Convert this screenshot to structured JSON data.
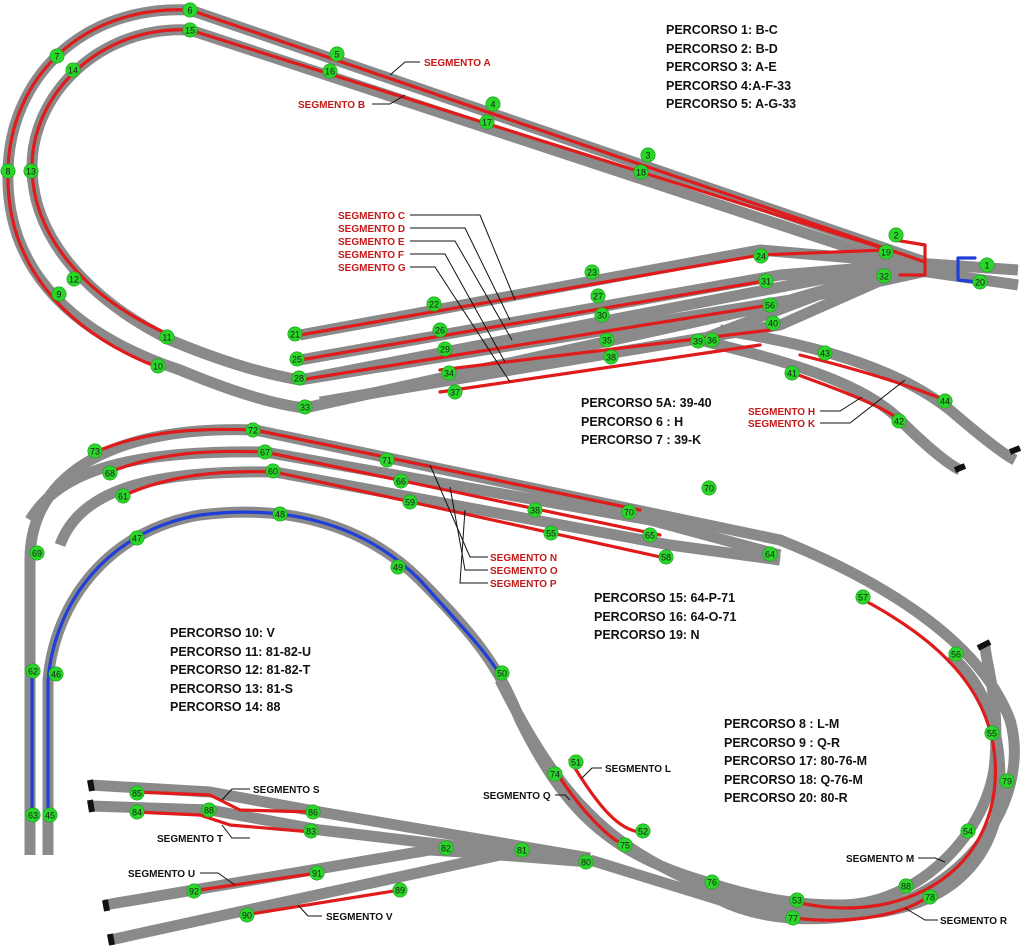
{
  "routes": {
    "block_1": [
      "PERCORSO 1: B-C",
      "PERCORSO 2: B-D",
      "PERCORSO 3: A-E",
      "PERCORSO 4:A-F-33",
      "PERCORSO 5: A-G-33"
    ],
    "block_2": [
      "PERCORSO 5A: 39-40",
      "PERCORSO 6  : H",
      "PERCORSO 7  : 39-K"
    ],
    "block_3": [
      "PERCORSO 15: 64-P-71",
      "PERCORSO 16: 64-O-71",
      "PERCORSO 19: N"
    ],
    "block_4": [
      "PERCORSO 10: V",
      "PERCORSO 11: 81-82-U",
      "PERCORSO 12: 81-82-T",
      "PERCORSO 13: 81-S",
      "PERCORSO 14: 88"
    ],
    "block_5": [
      "PERCORSO  8 : L-M",
      "PERCORSO  9 : Q-R",
      "PERCORSO 17: 80-76-M",
      "PERCORSO 18: Q-76-M",
      "PERCORSO 20: 80-R"
    ]
  },
  "segment_labels": {
    "A": "SEGMENTO A",
    "B": "SEGMENTO B",
    "C": "SEGMENTO C",
    "D": "SEGMENTO D",
    "E": "SEGMENTO E",
    "F": "SEGMENTO F",
    "G": "SEGMENTO G",
    "H": "SEGMENTO H",
    "K": "SEGMENTO K",
    "N": "SEGMENTO N",
    "O": "SEGMENTO O",
    "P": "SEGMENTO P",
    "L": "SEGMENTO L",
    "Q": "SEGMENTO Q",
    "M": "SEGMENTO M",
    "R": "SEGMENTO R",
    "S": "SEGMENTO S",
    "T": "SEGMENTO T",
    "U": "SEGMENTO U",
    "V": "SEGMENTO V"
  },
  "nodes": {
    "n1": "1",
    "n2": "2",
    "n3": "3",
    "n4": "4",
    "n5": "5",
    "n6": "6",
    "n7": "7",
    "n8": "8",
    "n9": "9",
    "n10": "10",
    "n11": "11",
    "n12": "12",
    "n13": "13",
    "n14": "14",
    "n15": "15",
    "n16": "16",
    "n17": "17",
    "n18": "18",
    "n18a": "18",
    "n19": "19",
    "n20": "20",
    "n21": "21",
    "n22": "22",
    "n23": "23",
    "n24": "24",
    "n25": "25",
    "n26": "26",
    "n27": "27",
    "n28": "28",
    "n29": "29",
    "n30": "30",
    "n31": "31",
    "n32": "32",
    "n33": "33",
    "n34": "34",
    "n35": "35",
    "n36": "36",
    "n37": "37",
    "n38": "38",
    "n39": "39",
    "n40": "40",
    "n41": "41",
    "n42": "42",
    "n43": "43",
    "n44": "44",
    "n45": "45",
    "n46": "46",
    "n47": "47",
    "n48": "48",
    "n49": "49",
    "n50": "50",
    "n51": "51",
    "n52": "52",
    "n53": "53",
    "n54": "54",
    "n55": "55",
    "n55b": "55",
    "n56": "56",
    "n56b": "56",
    "n57": "57",
    "n58": "58",
    "n59": "59",
    "n60": "60",
    "n61": "61",
    "n62": "62",
    "n63": "63",
    "n64": "64",
    "n65": "65",
    "n66": "66",
    "n67": "67",
    "n68": "68",
    "n69": "69",
    "n70": "70",
    "n71": "71",
    "n72": "72",
    "n73": "73",
    "n74": "74",
    "n75": "75",
    "n76": "76",
    "n77": "77",
    "n78": "78",
    "n79": "79",
    "n80": "80",
    "n81": "81",
    "n82": "82",
    "n83": "83",
    "n84": "84",
    "n85": "85",
    "n86": "86",
    "n88": "88",
    "n88b": "88",
    "n89": "89",
    "n90": "90",
    "n91": "91",
    "n92": "92",
    "n38b": "38",
    "n70b": "70"
  },
  "colors": {
    "track": "#8a8a8a",
    "segment_red": "#e01b1b",
    "segment_blue": "#1f3fd8",
    "node_fill": "#2bd62b",
    "label_red": "#c41a1a"
  }
}
